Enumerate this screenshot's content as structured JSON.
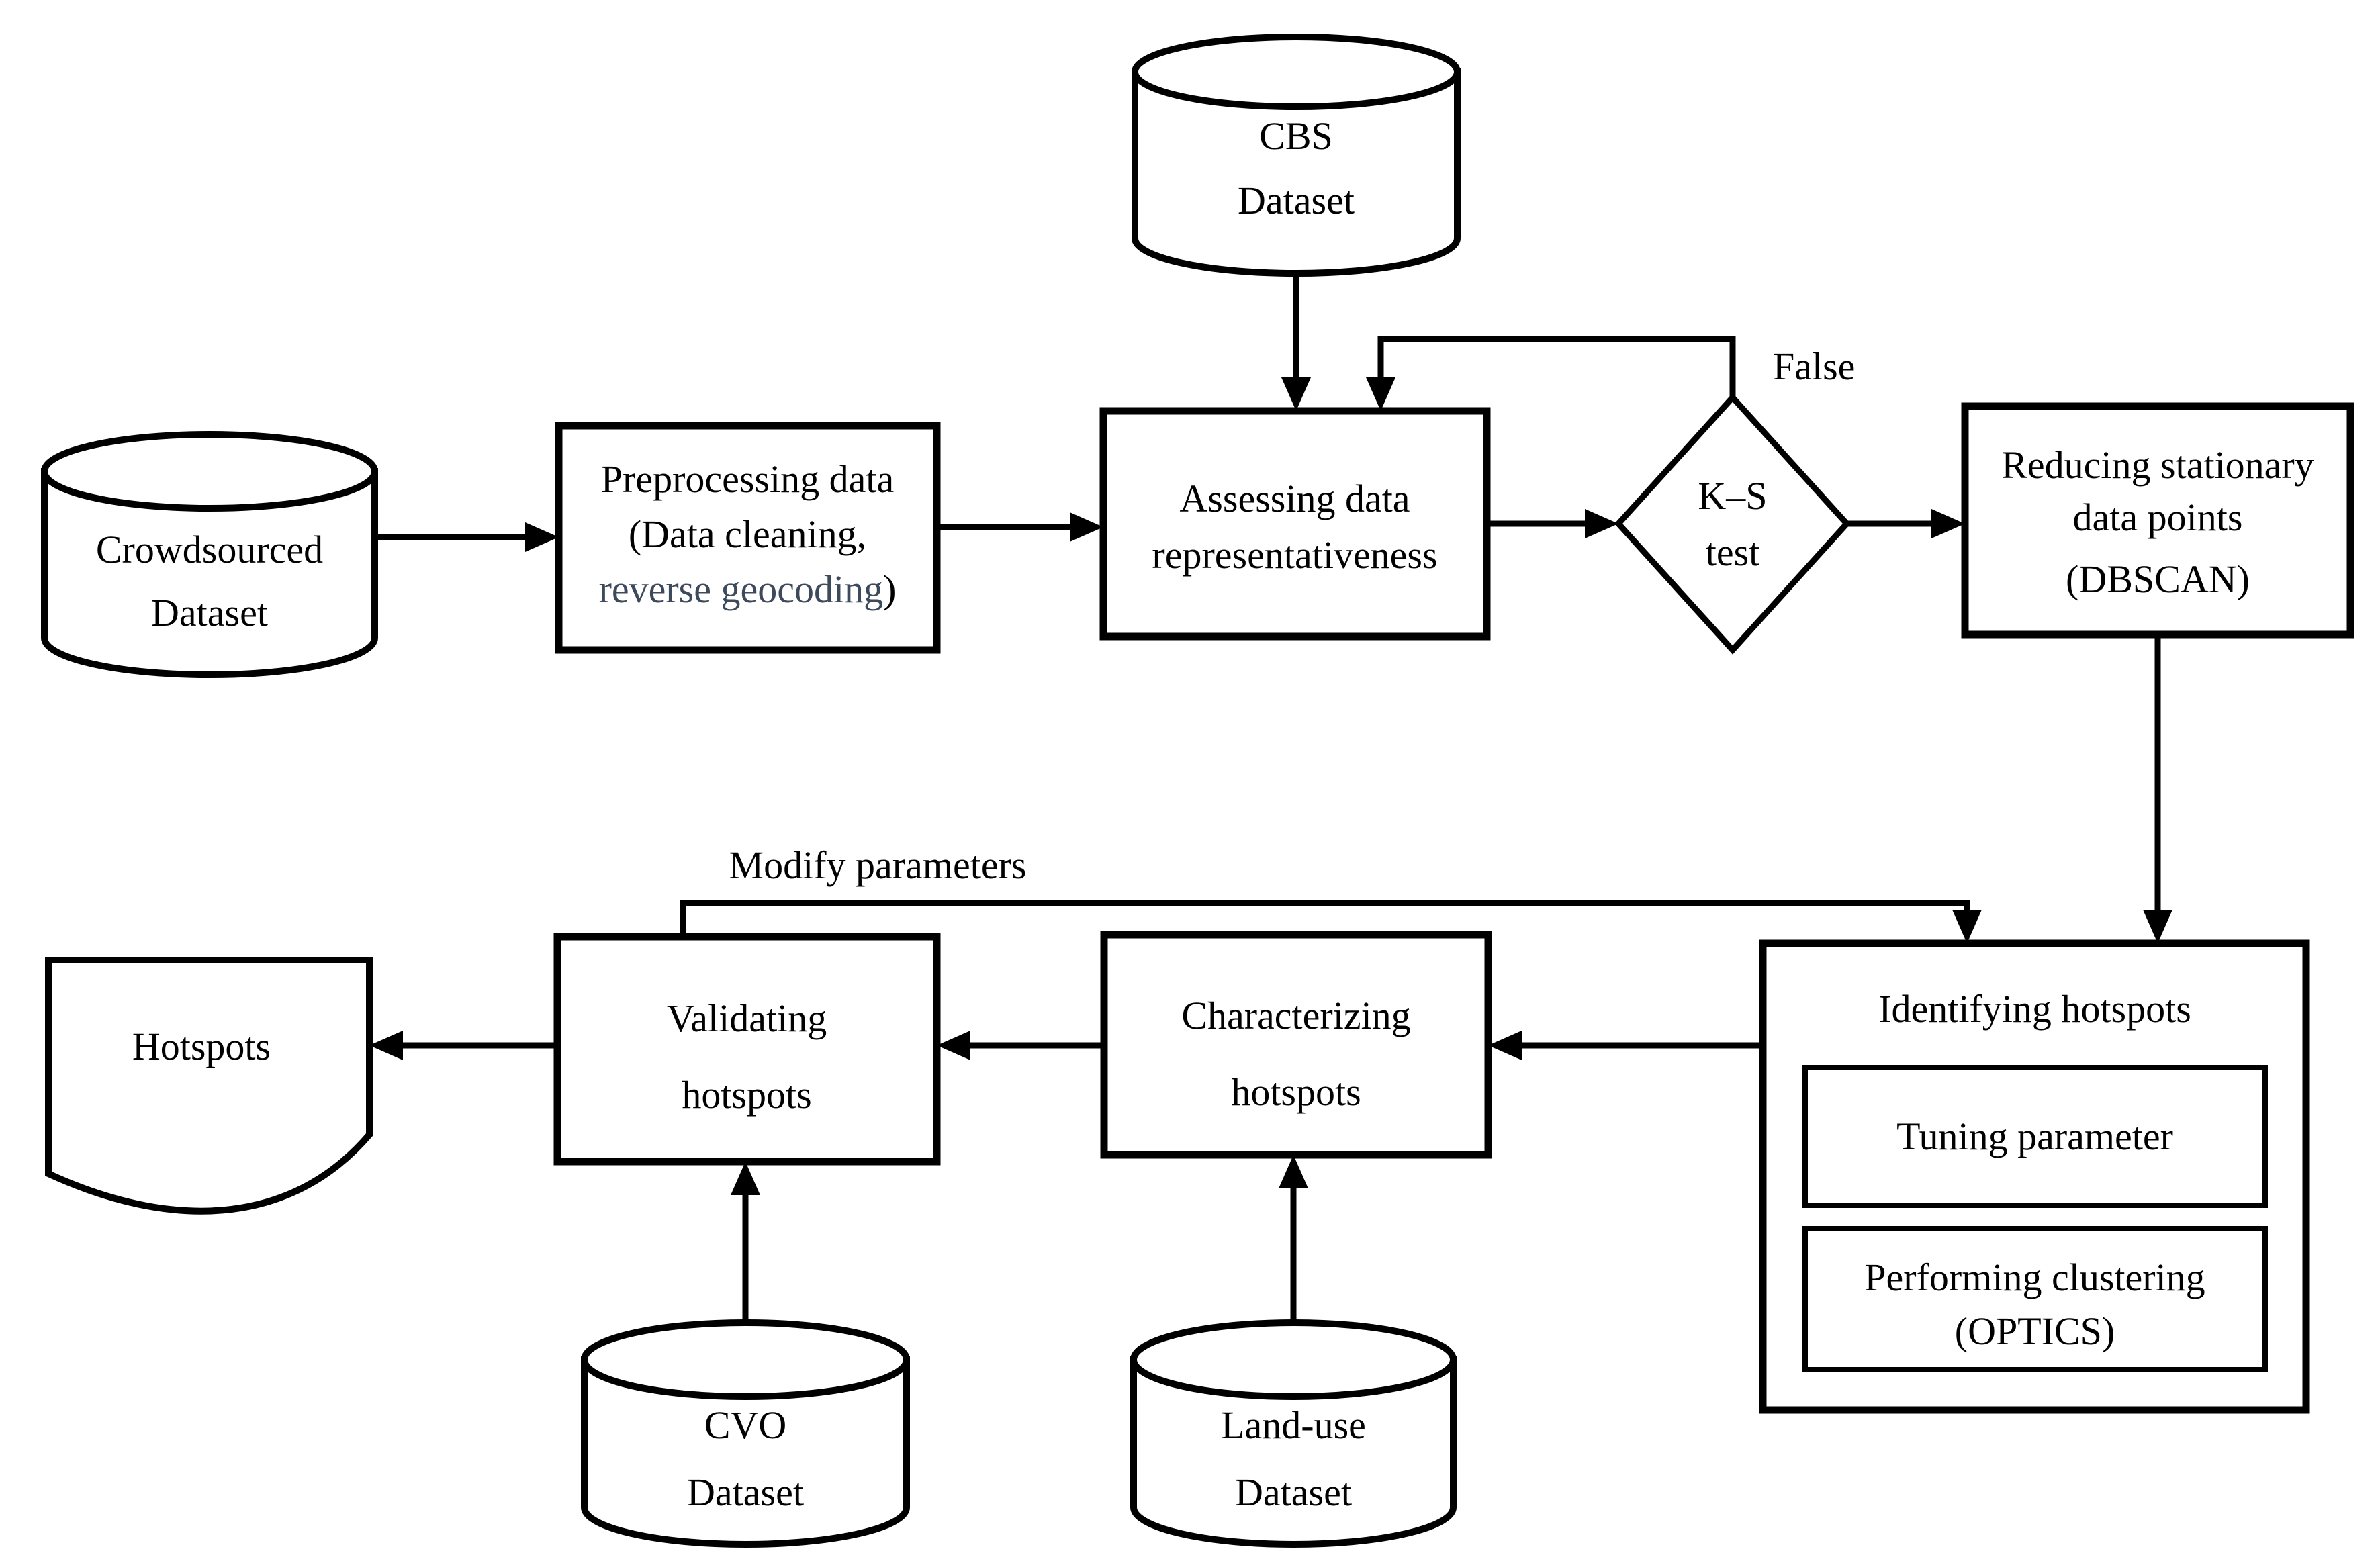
{
  "figure": {
    "background": "#ffffff",
    "stroke_color": "#000000",
    "accent_text_color": "#3d4a5c",
    "datastores": {
      "cbs": {
        "line1": "CBS",
        "line2": "Dataset"
      },
      "crowdsourced": {
        "line1": "Crowdsourced",
        "line2": "Dataset"
      },
      "cvo": {
        "line1": "CVO",
        "line2": "Dataset"
      },
      "landuse": {
        "line1": "Land-use",
        "line2": "Dataset"
      }
    },
    "processes": {
      "preprocessing": {
        "line1": "Preprocessing data",
        "line2": "(Data cleaning,",
        "line3_accent": "reverse geocoding",
        "line3_close": ")"
      },
      "assessing": {
        "line1": "Assessing data",
        "line2": "representativeness"
      },
      "reducing": {
        "line1": "Reducing stationary",
        "line2": "data points",
        "line3": "(DBSCAN)"
      },
      "identifying": {
        "title": "Identifying hotspots",
        "tuning": "Tuning parameter",
        "performing_line1": "Performing clustering",
        "performing_line2": "(OPTICS)"
      },
      "characterizing": {
        "line1": "Characterizing",
        "line2": "hotspots"
      },
      "validating": {
        "line1": "Validating",
        "line2": "hotspots"
      }
    },
    "decision": {
      "line1": "K–S",
      "line2": "test"
    },
    "output": {
      "label": "Hotspots"
    },
    "edge_labels": {
      "false_branch": "False",
      "modify": "Modify parameters"
    }
  }
}
